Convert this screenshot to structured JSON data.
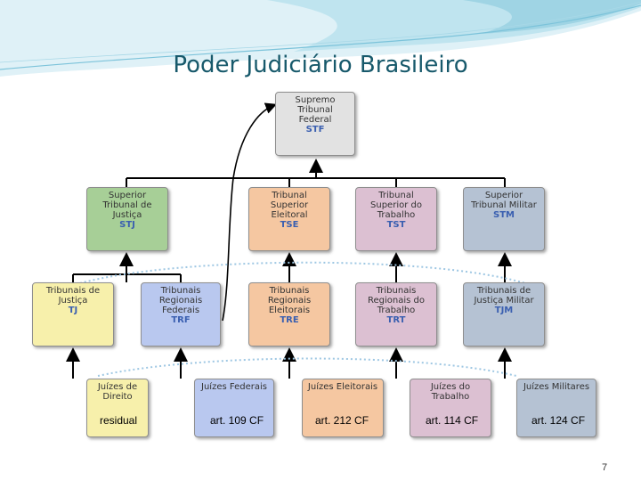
{
  "slide": {
    "title": "Poder Judiciário Brasileiro",
    "page_number": "7"
  },
  "nodes": {
    "stf": {
      "name": "Supremo\nTribunal\nFederal",
      "abbr": "STF"
    },
    "stj": {
      "name": "Superior\nTribunal de\nJustiça",
      "abbr": "STJ"
    },
    "tse": {
      "name": "Tribunal\nSuperior\nEleitoral",
      "abbr": "TSE"
    },
    "tst": {
      "name": "Tribunal\nSuperior do\nTrabalho",
      "abbr": "TST"
    },
    "stm": {
      "name": "Superior\nTribunal Militar",
      "abbr": "STM"
    },
    "tj": {
      "name": "Tribunais de\nJustiça",
      "abbr": "TJ"
    },
    "trf": {
      "name": "Tribunais\nRegionais\nFederais",
      "abbr": "TRF"
    },
    "tre": {
      "name": "Tribunais\nRegionais\nEleitorais",
      "abbr": "TRE"
    },
    "trt": {
      "name": "Tribunais\nRegionais do\nTrabalho",
      "abbr": "TRT"
    },
    "tjm": {
      "name": "Tribunais de\nJustiça Militar",
      "abbr": "TJM"
    },
    "jdireito": {
      "name": "Juízes de\nDireito",
      "article": "residual"
    },
    "jfederais": {
      "name": "Juízes Federais",
      "article": "art. 109 CF"
    },
    "jeleitorais": {
      "name": "Juízes Eleitorais",
      "article": "art. 212 CF"
    },
    "jtrabalho": {
      "name": "Juízes do\nTrabalho",
      "article": "art. 114 CF"
    },
    "jmilitares": {
      "name": "Juízes Militares",
      "article": "art. 124 CF"
    }
  },
  "colors": {
    "title": "#17596b",
    "abbr": "#3a5fb0",
    "stf": "#e2e2e2",
    "stj": "#a7cf97",
    "electoral": "#f5c7a1",
    "labor": "#dcc0d2",
    "military": "#b5c2d3",
    "state": "#f7f0ab",
    "federal": "#b9c8ef"
  }
}
